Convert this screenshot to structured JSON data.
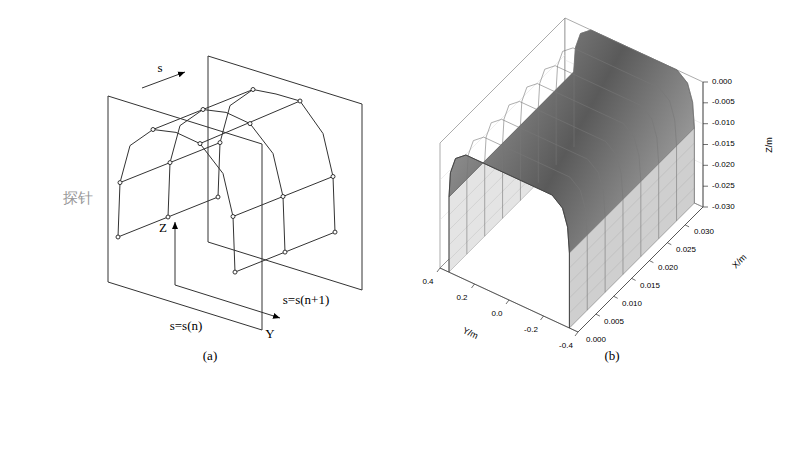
{
  "diagram": {
    "labels": [
      "s",
      "探针",
      "Z",
      "Y",
      "s=s(n)",
      "s=s(n+1)",
      "(a)",
      "0.000",
      "-0.005",
      "-0.010",
      "-0.015",
      "-0.020",
      "-0.025",
      "-0.030",
      "Z/m",
      "0.000",
      "0.005",
      "0.010",
      "0.015",
      "0.020",
      "0.025",
      "0.030",
      "X/m",
      "0.4",
      "0.2",
      "0.0",
      "-0.2",
      "-0.4",
      "Y/m",
      "(b)"
    ]
  }
}
